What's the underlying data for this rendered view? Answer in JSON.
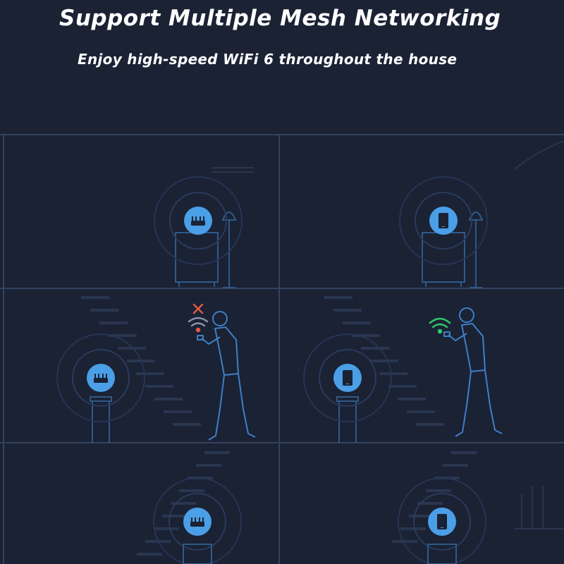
{
  "headline": "Support Multiple Mesh Networking",
  "subheadline": "Enjoy high-speed WiFi 6 throughout the house",
  "colors": {
    "background": "#1a2234",
    "line": "#2f3d57",
    "accent": "#4a9fe6",
    "signal_bad": "#8a94a6",
    "signal_bad_x": "#e05a4a",
    "signal_good": "#2ec96a"
  },
  "scenes": [
    {
      "name": "traditional-router-setup",
      "device": "router-icon",
      "floors": 3,
      "person_signal": "weak-signal-icon",
      "person_signal_mark": "no-connection-x-icon"
    },
    {
      "name": "mesh-node-setup",
      "device": "mesh-node-icon",
      "floors": 3,
      "person_signal": "strong-signal-icon"
    }
  ]
}
